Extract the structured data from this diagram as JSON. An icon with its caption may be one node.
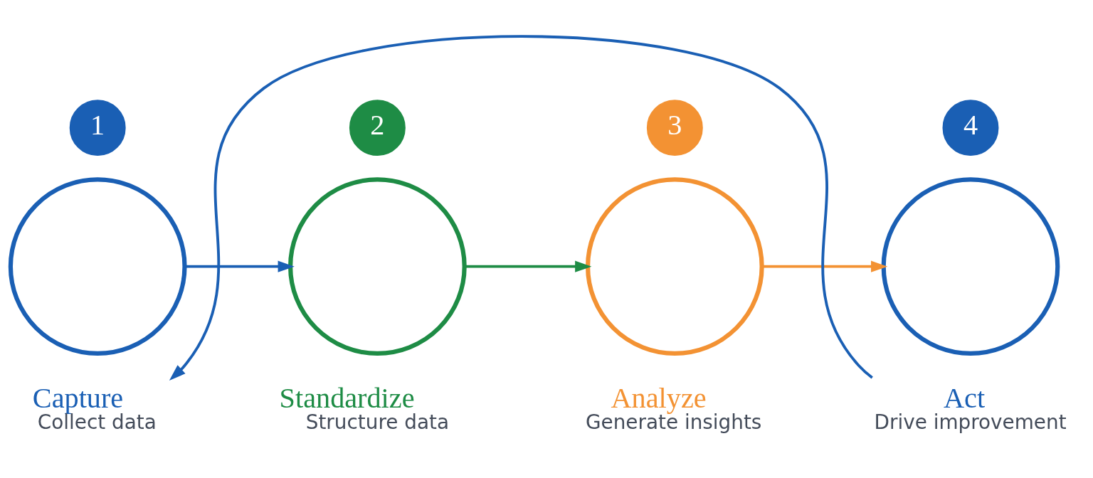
{
  "diagram": {
    "nodes": [
      {
        "text": [
          "1"
        ]
      },
      {
        "text": [],
        "shape": "circle"
      },
      {
        "text": [
          "Capture",
          "Collect data"
        ]
      },
      {
        "text": [
          "2"
        ]
      },
      {
        "text": [],
        "shape": "circle"
      },
      {
        "text": [
          "Standardize",
          "Structure data"
        ]
      },
      {
        "text": [
          "3"
        ]
      },
      {
        "text": [],
        "shape": "circle"
      },
      {
        "text": [
          "Analyze",
          "Generate insights"
        ]
      },
      {
        "text": [
          "4"
        ]
      },
      {
        "text": [],
        "shape": "circle"
      },
      {
        "text": [
          "Act",
          "Drive improvement"
        ]
      }
    ],
    "edges": [
      {
        "from": 1,
        "to": 4,
        "arrow": "to",
        "color": "#1a5fb4"
      },
      {
        "from": 4,
        "to": 7,
        "arrow": "to",
        "color": "#1e8c45"
      },
      {
        "from": 7,
        "to": 10,
        "arrow": "to",
        "color": "#f39233"
      },
      {
        "from": 11,
        "to": 2,
        "arrow": "to",
        "color": "#1a5fb4"
      }
    ]
  }
}
